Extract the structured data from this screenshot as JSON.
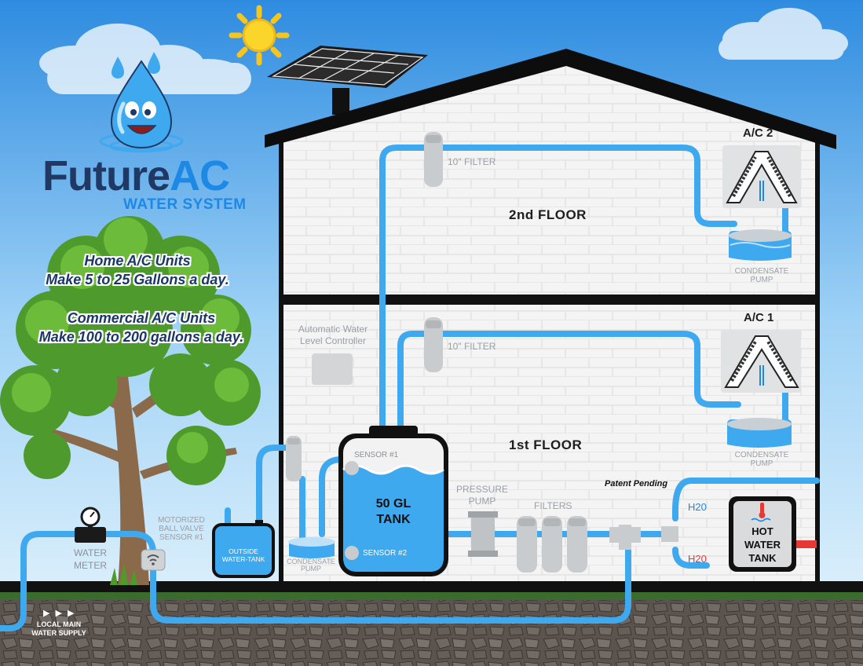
{
  "logo": {
    "word_a": "Future",
    "word_b": "AC",
    "subtitle": "WATER SYSTEM"
  },
  "tagline": {
    "home_line1": "Home A/C Units",
    "home_line2": "Make 5 to 25 Gallons a day.",
    "commercial_line1": "Commercial A/C Units",
    "commercial_line2": "Make 100 to 200 gallons a day."
  },
  "floors": {
    "second": "2nd FLOOR",
    "first": "1st FLOOR"
  },
  "ac_units": {
    "ac2": "A/C 2",
    "ac1": "A/C 1"
  },
  "filters": {
    "filter_top": "10\" FILTER",
    "filter_mid": "10\" FILTER",
    "filters": "FILTERS"
  },
  "condensate": {
    "pump_top_l1": "CONDENSATE",
    "pump_top_l2": "PUMP",
    "pump_mid_l1": "CONDENSATE",
    "pump_mid_l2": "PUMP",
    "pump_low_l1": "CONDENSATE",
    "pump_low_l2": "PUMP"
  },
  "controller": {
    "line1": "Automatic Water",
    "line2": "Level Controller"
  },
  "tank": {
    "line1": "50 GL",
    "line2": "TANK",
    "sensor1": "SENSOR #1",
    "sensor2": "SENSOR #2"
  },
  "pressure_pump": {
    "line1": "PRESSURE",
    "line2": "PUMP"
  },
  "patent": "Patent Pending",
  "h2o": {
    "cold": "H20",
    "hot": "H20"
  },
  "hot_tank": {
    "line1": "HOT",
    "line2": "WATER",
    "line3": "TANK"
  },
  "outside_tank": {
    "line1": "OUTSIDE",
    "line2": "WATER-TANK"
  },
  "valve": {
    "line1": "MOTORIZED",
    "line2": "BALL VALVE",
    "line3": "SENSOR #1"
  },
  "meter": {
    "line1": "WATER",
    "line2": "METER"
  },
  "supply": {
    "line1": "LOCAL MAIN",
    "line2": "WATER SUPPLY",
    "arrows": "▶ ▶ ▶"
  },
  "colors": {
    "water": "#3fa9f0",
    "navy": "#1f3864",
    "accent_blue": "#1e88e5",
    "hot": "#e53935"
  }
}
